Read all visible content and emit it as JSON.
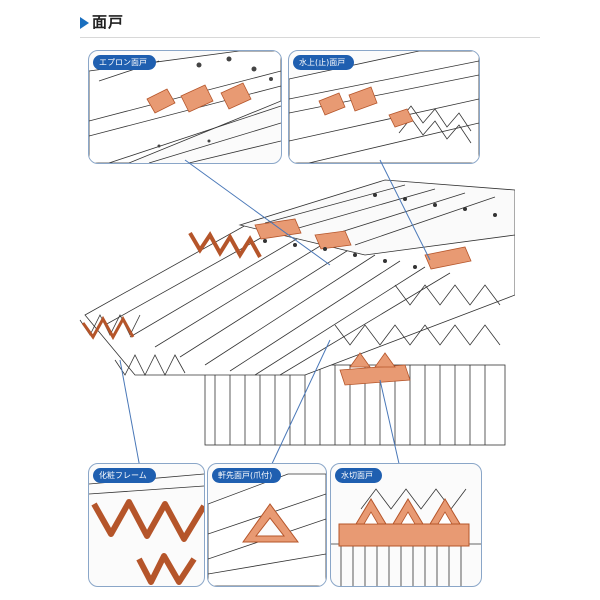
{
  "header": {
    "title": "面戸"
  },
  "panels": {
    "apron": "エプロン面戸",
    "ridge": "水上(止)面戸",
    "fascia": "化粧フレーム",
    "eaves": "軒先面戸(爪付)",
    "water": "水切面戸"
  },
  "colors": {
    "accent": "#1f5fb0",
    "highlight": "#e89a73",
    "highlight_stroke": "#b5552a",
    "line": "#333333",
    "leader": "#4a78b8"
  }
}
